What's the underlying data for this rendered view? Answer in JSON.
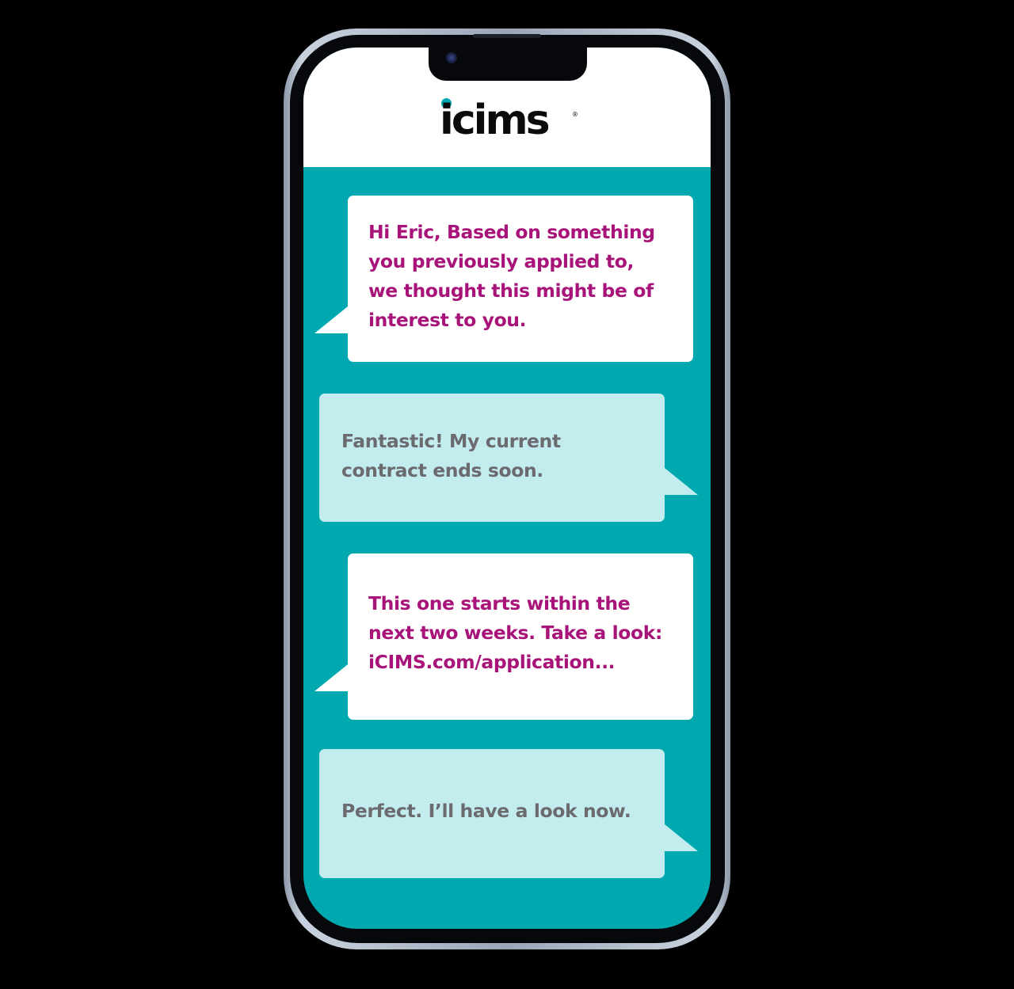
{
  "app": {
    "brand": "icims",
    "brand_mark": "®",
    "colors": {
      "teal": "#00A9B0",
      "magenta": "#A8137A",
      "light_cyan": "#C3ECEF",
      "gray_text": "#6B6A6E",
      "background": "#000000"
    }
  },
  "phone": {
    "icons": [
      "camera-icon",
      "speaker-grill-icon"
    ]
  },
  "conversation": {
    "messages": [
      {
        "sender": "recruiter",
        "direction": "incoming",
        "text": "Hi Eric, Based on something\nyou previously applied to,\nwe thought this might be of\ninterest to you."
      },
      {
        "sender": "candidate",
        "direction": "outgoing",
        "text": "Fantastic! My current\ncontract ends soon."
      },
      {
        "sender": "recruiter",
        "direction": "incoming",
        "text": "This one starts within the\nnext two weeks. Take a look:\niCIMS.com/application..."
      },
      {
        "sender": "candidate",
        "direction": "outgoing",
        "text": "Perfect. I’ll have a look now."
      }
    ]
  }
}
